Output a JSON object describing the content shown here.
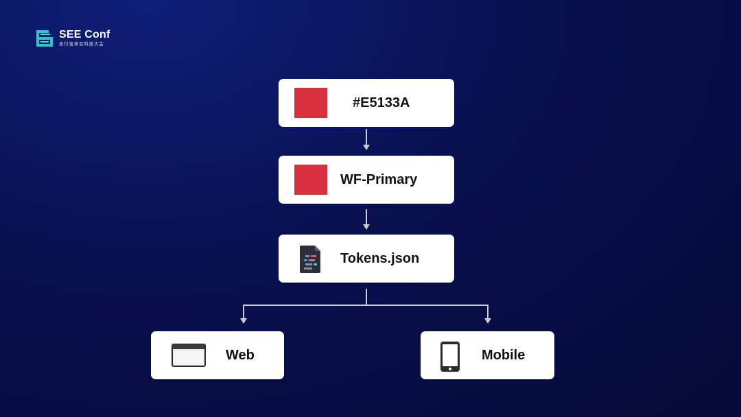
{
  "brand": {
    "title": "SEE Conf",
    "subtitle": "支付宝体验科技大会",
    "logo_icon": "see-conf-logo-icon"
  },
  "colors": {
    "background": "#07104a",
    "card": "#ffffff",
    "swatch": "#E5133A",
    "connector": "#c9ccd8",
    "logo_accent": "#2ec4c9"
  },
  "diagram": {
    "nodes": {
      "hex": {
        "label": "#E5133A",
        "icon": "color-swatch-icon"
      },
      "primary": {
        "label": "WF-Primary",
        "icon": "color-swatch-icon"
      },
      "tokens": {
        "label": "Tokens.json",
        "icon": "json-file-icon"
      },
      "web": {
        "label": "Web",
        "icon": "browser-window-icon"
      },
      "mobile": {
        "label": "Mobile",
        "icon": "smartphone-icon"
      }
    },
    "edges": [
      {
        "from": "#E5133A",
        "to": "WF-Primary"
      },
      {
        "from": "WF-Primary",
        "to": "Tokens.json"
      },
      {
        "from": "Tokens.json",
        "to": "Web"
      },
      {
        "from": "Tokens.json",
        "to": "Mobile"
      }
    ]
  }
}
